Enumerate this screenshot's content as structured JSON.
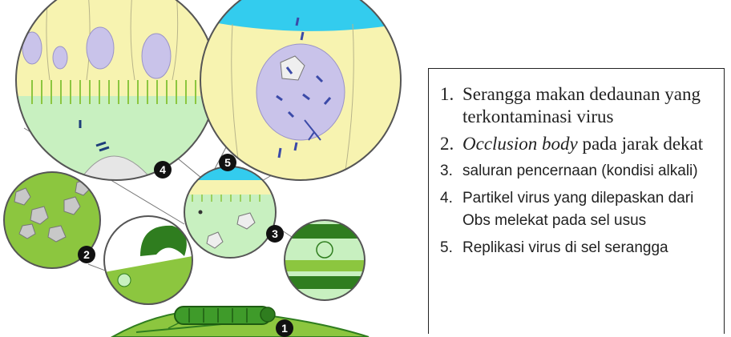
{
  "diagram": {
    "markers": [
      {
        "id": "marker-1",
        "label": "1"
      },
      {
        "id": "marker-2",
        "label": "2"
      },
      {
        "id": "marker-3",
        "label": "3"
      },
      {
        "id": "marker-4",
        "label": "4"
      },
      {
        "id": "marker-5",
        "label": "5"
      }
    ],
    "colors": {
      "leaf_green": "#8cc63f",
      "dark_green": "#2f7d1f",
      "cell_yellow": "#f7f3b0",
      "nucleus_lavender": "#c9c3ea",
      "lumen_cyan": "#33ccee",
      "gut_mint": "#c8f0c0",
      "marker_black": "#111111"
    }
  },
  "legend": {
    "items": [
      {
        "num": "1.",
        "text": "Serangga makan dedaunan yang terkontaminasi virus"
      },
      {
        "num": "2.",
        "text_italic": "Occlusion body",
        "text": " pada jarak dekat"
      },
      {
        "num": "3.",
        "text": "saluran pencernaan (kondisi alkali)"
      },
      {
        "num": "4.",
        "text": "Partikel  virus yang dilepaskan dari Obs melekat pada sel usus"
      },
      {
        "num": "5.",
        "text": "Replikasi virus di sel serangga"
      }
    ]
  }
}
